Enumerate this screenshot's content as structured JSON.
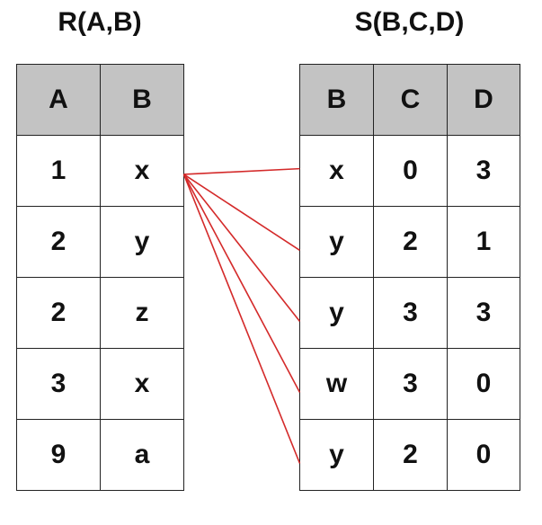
{
  "relation_r": {
    "title": "R(A,B)",
    "headers": [
      "A",
      "B"
    ],
    "rows": [
      [
        "1",
        "x"
      ],
      [
        "2",
        "y"
      ],
      [
        "2",
        "z"
      ],
      [
        "3",
        "x"
      ],
      [
        "9",
        "a"
      ]
    ]
  },
  "relation_s": {
    "title": "S(B,C,D)",
    "headers": [
      "B",
      "C",
      "D"
    ],
    "rows": [
      [
        "x",
        "0",
        "3"
      ],
      [
        "y",
        "2",
        "1"
      ],
      [
        "y",
        "3",
        "3"
      ],
      [
        "w",
        "3",
        "0"
      ],
      [
        "y",
        "2",
        "0"
      ]
    ]
  },
  "links": {
    "color": "#d42a2a",
    "from_r_row": 0,
    "to_s_rows": [
      0,
      1,
      2,
      3,
      4
    ]
  }
}
